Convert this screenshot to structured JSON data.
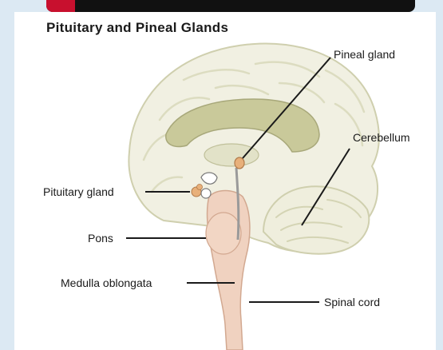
{
  "title": "Pituitary and Pineal Glands",
  "labels": {
    "pineal_gland": "Pineal gland",
    "cerebellum": "Cerebellum",
    "pituitary_gland": "Pituitary gland",
    "pons": "Pons",
    "medulla_oblongata": "Medulla oblongata",
    "spinal_cord": "Spinal cord"
  },
  "colors": {
    "background": "#dce9f3",
    "header_accent": "#c8102e",
    "brain_fill": "#f1f0e2",
    "brain_outline": "#cfcfae",
    "ventricle_fill": "#c9c99a",
    "brainstem_fill": "#f0d2c0",
    "gland_fill": "#e8b07a"
  }
}
